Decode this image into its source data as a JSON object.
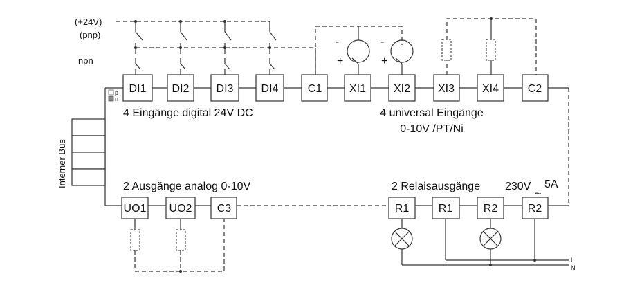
{
  "supply": {
    "voltage": "(+24V)",
    "pnp": "(pnp)",
    "npn": "npn"
  },
  "terminals_top": [
    "DI1",
    "DI2",
    "DI3",
    "DI4",
    "C1",
    "XI1",
    "XI2",
    "XI3",
    "XI4",
    "C2"
  ],
  "terminals_bottom_left": [
    "UO1",
    "UO2",
    "C3"
  ],
  "terminals_bottom_right": [
    "R1",
    "R1",
    "R2",
    "R2"
  ],
  "switch_labels": {
    "p": "p",
    "n": "n"
  },
  "labels": {
    "digital_inputs": "4 Eingänge digital 24V DC",
    "universal_inputs": "4 universal Eingänge",
    "universal_range": "0-10V /PT/Ni",
    "internal_bus": "Interner Bus",
    "analog_outputs": "2 Ausgänge analog 0-10V",
    "relay_outputs": "2 Relaisausgänge",
    "relay_voltage": "230V",
    "relay_current": "5A",
    "ac_symbol": "~",
    "line_L": "L",
    "line_N": "N",
    "plus": "+",
    "minus": "-"
  }
}
